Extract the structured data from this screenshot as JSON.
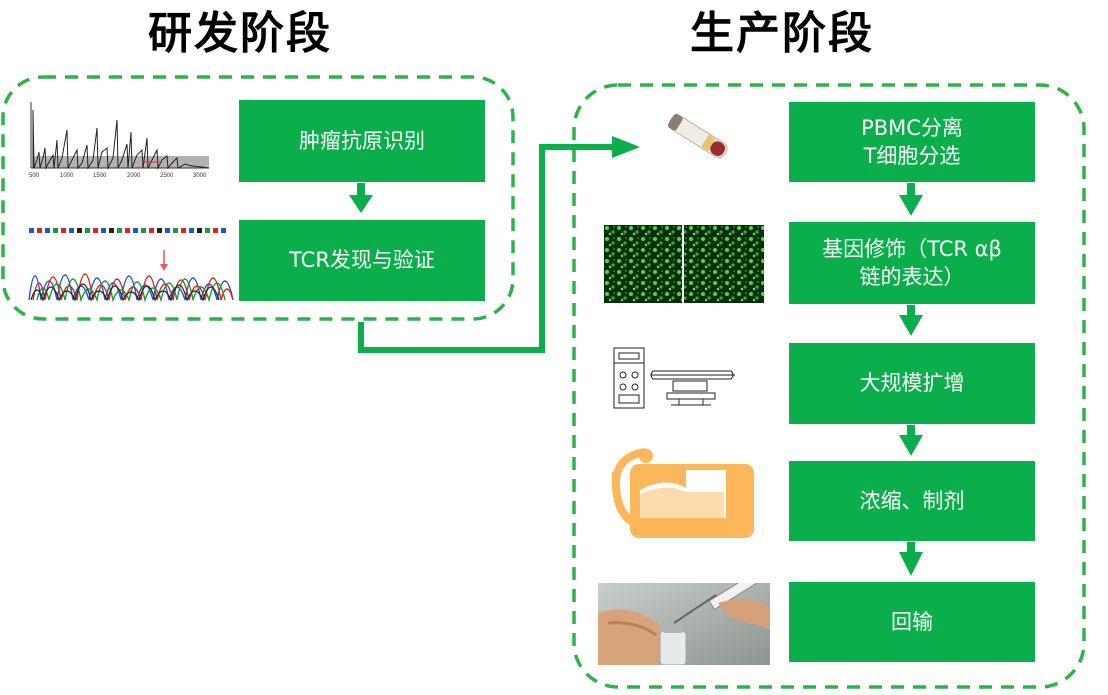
{
  "titles": {
    "research": "研发阶段",
    "production": "生产阶段"
  },
  "research_steps": [
    {
      "label": "肿瘤抗原识别"
    },
    {
      "label": "TCR发现与验证"
    }
  ],
  "production_steps": [
    {
      "line1": "PBMC分离",
      "line2": "T细胞分选"
    },
    {
      "line1": "基因修饰（TCR αβ",
      "line2": "链的表达）"
    },
    {
      "label": "大规模扩增"
    },
    {
      "label": "浓缩、制剂"
    },
    {
      "label": "回输"
    }
  ],
  "spectrum_axis_ticks": [
    "500",
    "1000",
    "1500",
    "2000",
    "2500",
    "3000"
  ],
  "colors": {
    "step_fill": "#0aaf4b",
    "dashed_border": "#2db34a",
    "arrow": "#0aaf4b"
  }
}
